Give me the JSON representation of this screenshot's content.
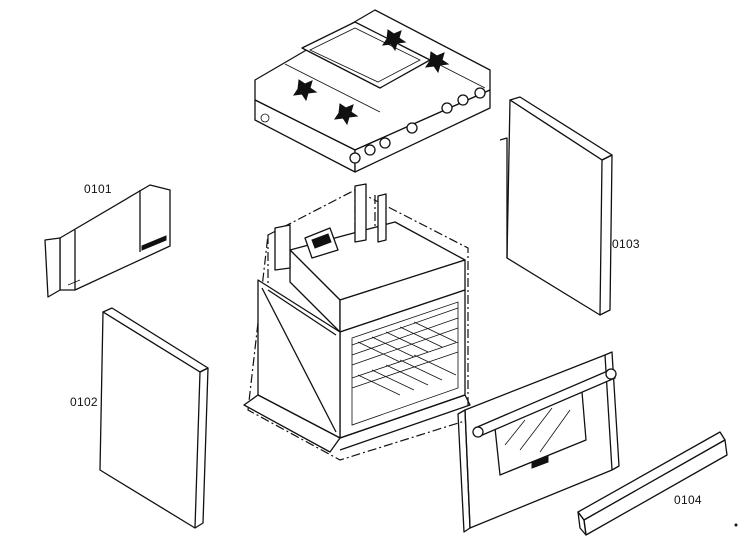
{
  "labels": {
    "side_panel_left_upper": "0101",
    "side_panel_left_lower": "0102",
    "side_panel_right": "0103",
    "kick_panel": "0104"
  }
}
